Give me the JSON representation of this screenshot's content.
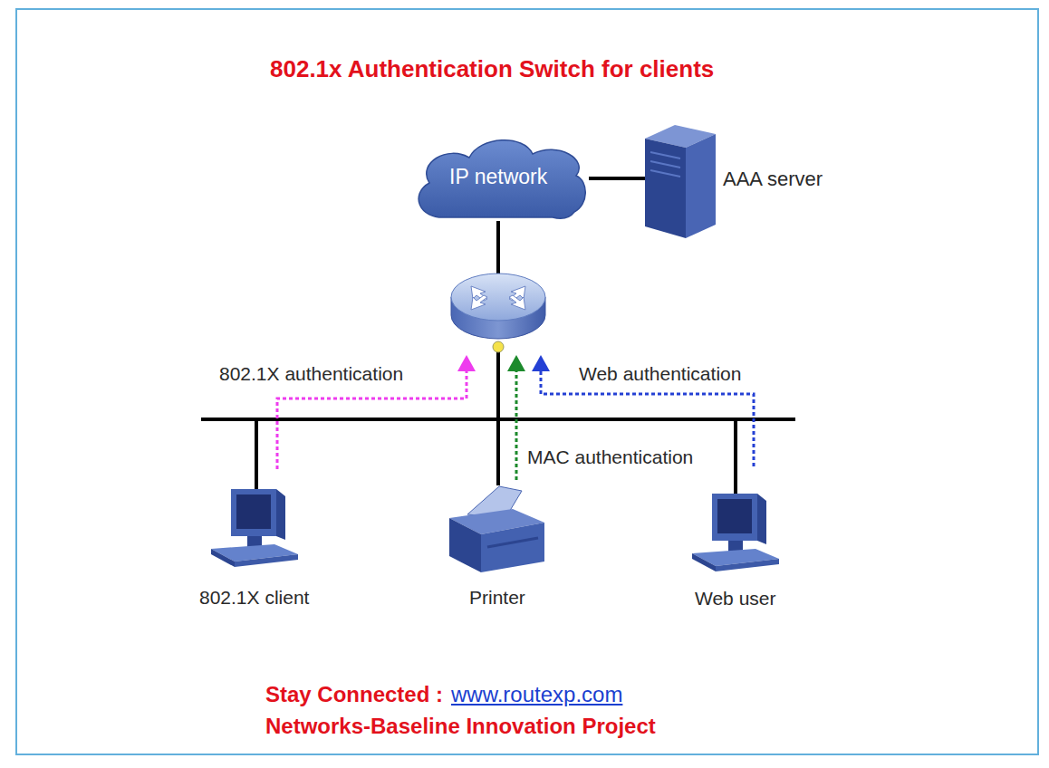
{
  "diagram": {
    "title": "802.1x Authentication Switch for clients",
    "nodes": [
      {
        "text": [
          "IP network"
        ]
      },
      {
        "text": [
          "AAA server"
        ]
      },
      {
        "text": [
          "802.1X client"
        ]
      },
      {
        "text": [
          "Printer"
        ]
      },
      {
        "text": [
          "Web user"
        ]
      }
    ],
    "edges": [
      {
        "from": 0,
        "to": 1,
        "arrow": "none"
      }
    ],
    "labels": [
      "802.1X authentication",
      "MAC authentication",
      "Web authentication",
      "Stay Connected :",
      "www.routexp.com",
      "Networks-Baseline Innovation Project"
    ]
  }
}
